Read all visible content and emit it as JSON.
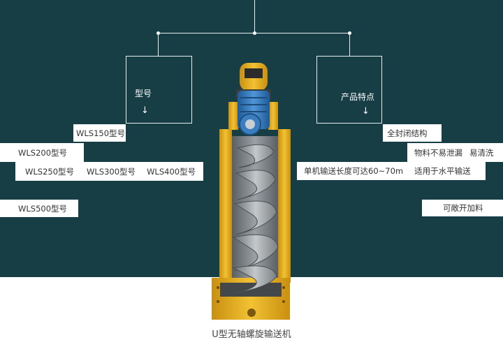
{
  "colors": {
    "background": "#173d45",
    "frame": "#e6eef0",
    "conveyor_yellow": "#e8b21e",
    "motor_blue": "#3b7fc4",
    "tag_bg": "#ffffff",
    "tag_text": "#333333"
  },
  "left_panel": {
    "title": "型号",
    "arrow": "↓"
  },
  "right_panel": {
    "title": "产品特点",
    "arrow": "↓"
  },
  "models": {
    "m150": "WLS150型号",
    "m200": "WLS200型号",
    "m250": "WLS250型号",
    "m300": "WLS300型号",
    "m400": "WLS400型号",
    "m500": "WLS500型号"
  },
  "features": {
    "f1": "全封闭结构",
    "f2": "物料不易泄漏",
    "f3": "易清洗",
    "f4": "单机输送长度可达60~70m",
    "f5": "适用于水平输送",
    "f6": "可敞开加料"
  },
  "caption": "U型无轴螺旋输送机"
}
